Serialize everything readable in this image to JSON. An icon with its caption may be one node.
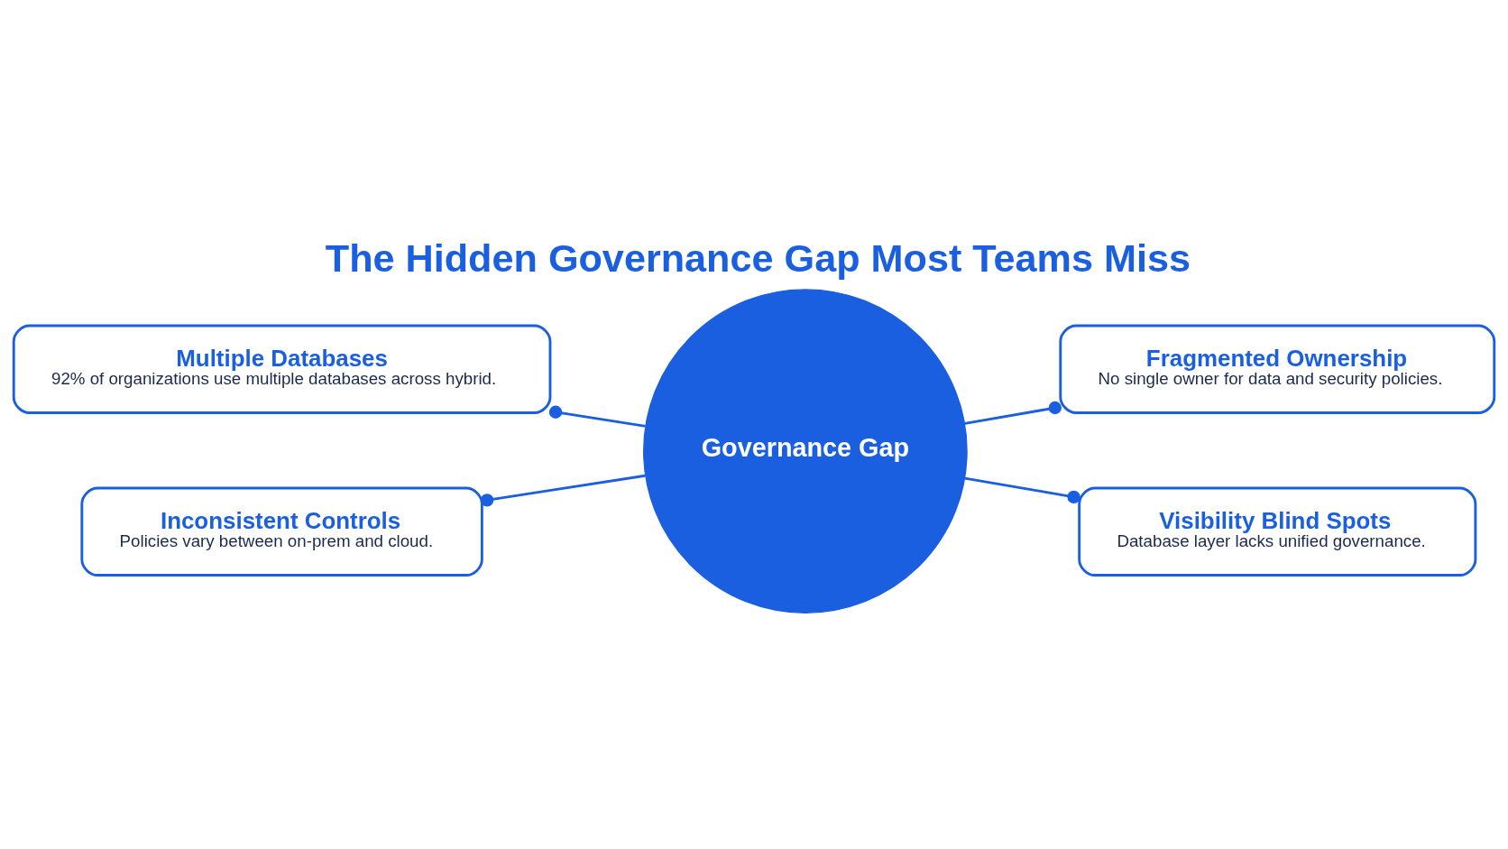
{
  "diagram": {
    "title": "The Hidden Governance Gap Most Teams Miss",
    "nodes": [
      {
        "text": [
          "Governance Gap"
        ]
      },
      {
        "text": [
          "Multiple Databases",
          "92% of organizations use multiple databases across hybrid."
        ]
      },
      {
        "text": [
          "Fragmented Ownership",
          "No single owner for data and security policies."
        ]
      },
      {
        "text": [
          "Inconsistent Controls",
          "Policies vary between on-prem and cloud."
        ]
      },
      {
        "text": [
          "Visibility Blind Spots",
          "Database layer lacks unified governance."
        ]
      }
    ],
    "edges": [
      {
        "from": 0,
        "to": 1,
        "arrow": "other"
      },
      {
        "from": 0,
        "to": 2,
        "arrow": "other"
      },
      {
        "from": 0,
        "to": 3,
        "arrow": "other"
      },
      {
        "from": 0,
        "to": 4,
        "arrow": "other"
      }
    ]
  }
}
